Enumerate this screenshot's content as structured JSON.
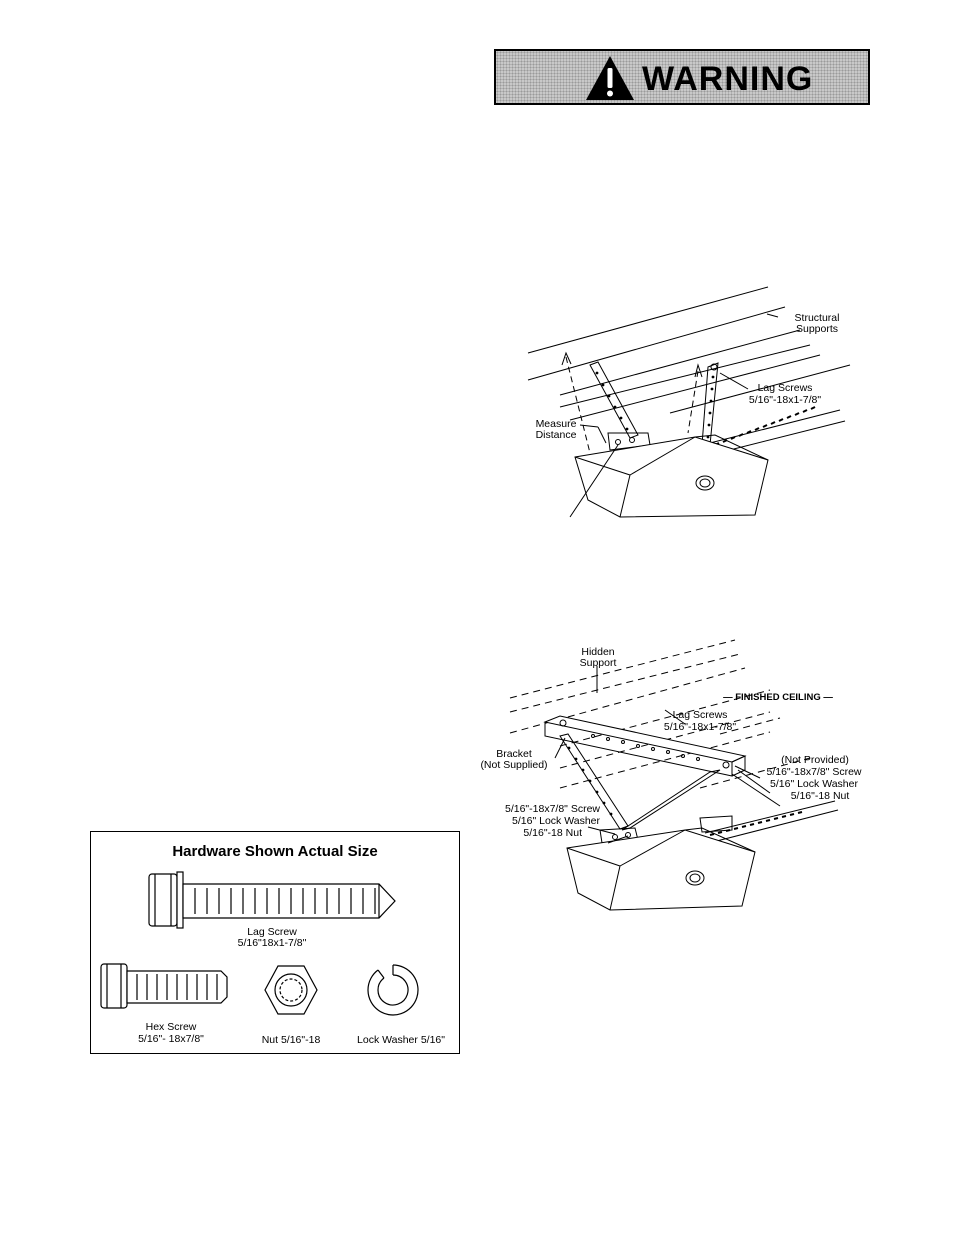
{
  "warning": {
    "title": "WARNING",
    "icon": "warning-triangle-icon",
    "colors": {
      "banner": "#c8c8c8",
      "text": "#000000"
    }
  },
  "diagram1": {
    "structural_supports": "Structural\nSupports",
    "lag_screws": "Lag Screws",
    "lag_screws_size": "5/16\"-18x1-7/8\"",
    "measure_distance": "Measure\nDistance"
  },
  "diagram2": {
    "hidden_support": "Hidden\nSupport",
    "finished_ceiling": "— FINISHED CEILING —",
    "lag_screws": "Lag Screws",
    "lag_screws_size": "5/16\"-18x1-7/8\"",
    "bracket": "Bracket\n(Not Supplied)",
    "not_provided": "(Not Provided)",
    "screw_right": "5/16\"-18x7/8\" Screw",
    "lock_washer_right": "5/16\" Lock Washer",
    "nut_right": "5/16\"-18 Nut",
    "screw_left": "5/16\"-18x7/8\" Screw",
    "lock_washer_left": "5/16\" Lock Washer",
    "nut_left": "5/16\"-18 Nut"
  },
  "hardware": {
    "title": "Hardware Shown Actual Size",
    "lag_screw_name": "Lag Screw",
    "lag_screw_size": "5/16\"18x1-7/8\"",
    "hex_screw_name": "Hex Screw",
    "hex_screw_size": "5/16\"- 18x7/8\"",
    "nut": "Nut 5/16\"-18",
    "lock_washer": "Lock Washer 5/16\""
  }
}
